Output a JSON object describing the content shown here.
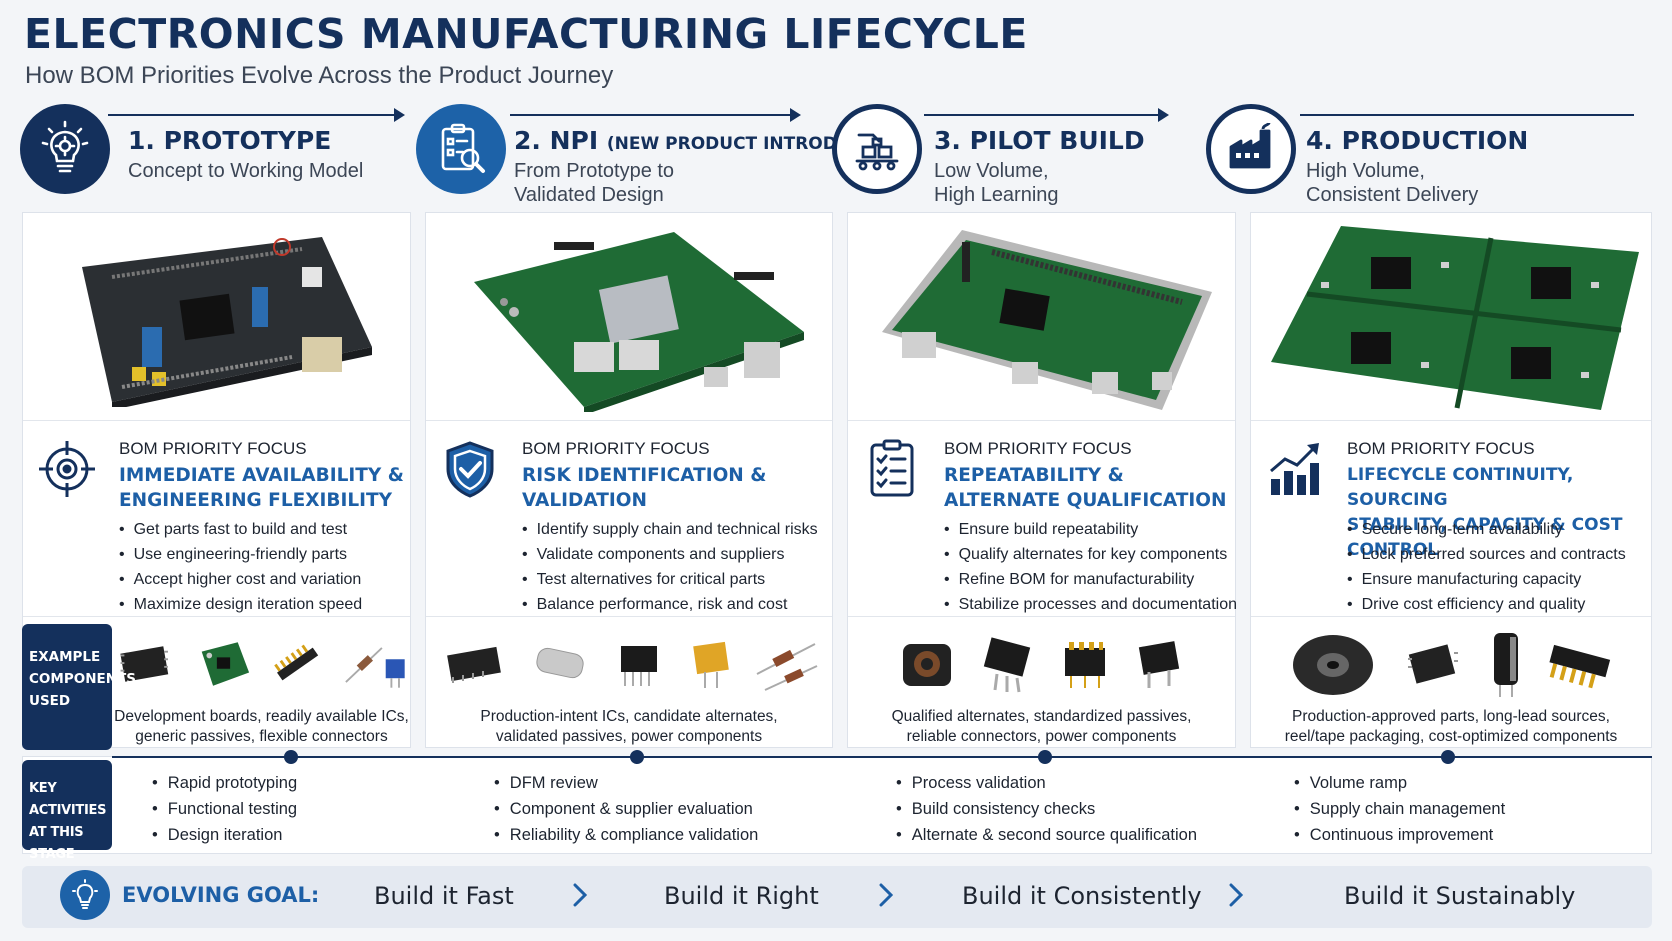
{
  "title": "ELECTRONICS MANUFACTURING LIFECYCLE",
  "subtitle": "How BOM Priorities Evolve Across the Product Journey",
  "stages": [
    {
      "title": "1. PROTOTYPE",
      "title_small": "",
      "subtitle_lines": [
        "Concept to Working Model"
      ],
      "focus_label": "BOM PRIORITY FOCUS",
      "focus_title_lines": [
        "IMMEDIATE AVAILABILITY &",
        "ENGINEERING FLEXIBILITY"
      ],
      "bullets": [
        "Get parts fast to build and test",
        "Use engineering-friendly parts",
        "Accept higher cost and variation",
        "Maximize design iteration speed"
      ],
      "components_caption_lines": [
        "Development boards, readily available ICs,",
        "generic passives, flexible connectors"
      ],
      "activities": [
        "Rapid prototyping",
        "Functional testing",
        "Design iteration"
      ]
    },
    {
      "title": "2. NPI",
      "title_small": "(NEW PRODUCT INTRODUCTION)",
      "subtitle_lines": [
        "From Prototype to",
        "Validated Design"
      ],
      "focus_label": "BOM PRIORITY FOCUS",
      "focus_title_lines": [
        "RISK IDENTIFICATION &",
        "VALIDATION"
      ],
      "bullets": [
        "Identify supply chain and technical risks",
        "Validate components and suppliers",
        "Test alternatives for critical parts",
        "Balance performance, risk and cost"
      ],
      "components_caption_lines": [
        "Production-intent ICs, candidate alternates,",
        "validated passives, power components"
      ],
      "activities": [
        "DFM review",
        "Component & supplier evaluation",
        "Reliability & compliance validation"
      ]
    },
    {
      "title": "3. PILOT BUILD",
      "title_small": "",
      "subtitle_lines": [
        "Low Volume,",
        "High Learning"
      ],
      "focus_label": "BOM PRIORITY FOCUS",
      "focus_title_lines": [
        "REPEATABILITY &",
        "ALTERNATE QUALIFICATION"
      ],
      "bullets": [
        "Ensure build repeatability",
        "Qualify alternates for key components",
        "Refine BOM for manufacturability",
        "Stabilize processes and documentation"
      ],
      "components_caption_lines": [
        "Qualified alternates, standardized passives,",
        "reliable connectors, power components"
      ],
      "activities": [
        "Process validation",
        "Build consistency checks",
        "Alternate & second source qualification"
      ]
    },
    {
      "title": "4. PRODUCTION",
      "title_small": "",
      "subtitle_lines": [
        "High Volume,",
        "Consistent Delivery"
      ],
      "focus_label": "BOM PRIORITY FOCUS",
      "focus_title_lines": [
        "LIFECYCLE CONTINUITY, SOURCING",
        "STABILITY, CAPACITY & COST CONTROL"
      ],
      "bullets": [
        "Secure long-term availability",
        "Lock preferred sources and contracts",
        "Ensure manufacturing capacity",
        "Drive cost efficiency and quality"
      ],
      "components_caption_lines": [
        "Production-approved parts, long-lead sources,",
        "reel/tape packaging, cost-optimized components"
      ],
      "activities": [
        "Volume ramp",
        "Supply chain management",
        "Continuous improvement"
      ]
    }
  ],
  "side_labels": {
    "example_lines": [
      "EXAMPLE",
      "COMPONENTS",
      "USED"
    ],
    "activities_lines": [
      "KEY ACTIVITIES",
      "AT THIS STAGE"
    ]
  },
  "goal": {
    "label": "EVOLVING GOAL:",
    "steps": [
      "Build it Fast",
      "Build it Right",
      "Build it Consistently",
      "Build it Sustainably"
    ]
  },
  "colors": {
    "navy": "#14305c",
    "accent_blue": "#1d5fa6",
    "board_green": "#1f6b35",
    "board_dark": "#2b2f33"
  },
  "icons": {
    "stages": [
      "lightbulb-gear-icon",
      "clipboard-magnifier-icon",
      "assembly-line-icon",
      "factory-icon"
    ],
    "focus": [
      "target-crosshair-icon",
      "shield-check-icon",
      "checklist-icon",
      "growth-bar-chart-icon"
    ],
    "goal": "lightbulb-icon"
  }
}
